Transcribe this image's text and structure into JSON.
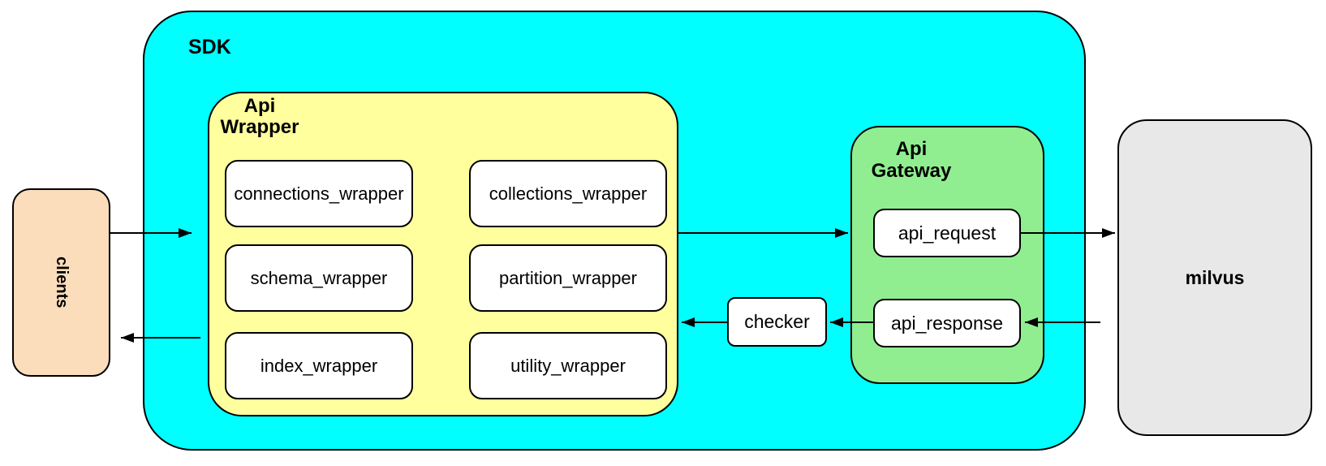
{
  "diagram": {
    "nodes": {
      "clients": {
        "label": "clients",
        "fill": "#FBDCBB"
      },
      "sdk": {
        "label": "SDK",
        "fill": "#00FFFF"
      },
      "api_wrapper": {
        "label_lines": [
          "Api",
          "Wrapper"
        ],
        "fill": "#FFFF9E"
      },
      "wrapper_modules": [
        "connections_wrapper",
        "collections_wrapper",
        "schema_wrapper",
        "partition_wrapper",
        "index_wrapper",
        "utility_wrapper"
      ],
      "checker": {
        "label": "checker",
        "fill": "#FFFFFF"
      },
      "api_gateway": {
        "label_lines": [
          "Api",
          "Gateway"
        ],
        "fill": "#90EE90"
      },
      "api_request": {
        "label": "api_request",
        "fill": "#FFFFFF"
      },
      "api_response": {
        "label": "api_response",
        "fill": "#FFFFFF"
      },
      "milvus": {
        "label": "milvus",
        "fill": "#E8E8E8"
      }
    },
    "edges": [
      {
        "name": "clients-to-sdk",
        "from": "clients",
        "to": "SDK",
        "direction": "right"
      },
      {
        "name": "sdk-to-clients",
        "from": "SDK",
        "to": "clients",
        "direction": "left"
      },
      {
        "name": "api-wrapper-to-api-gateway",
        "from": "Api Wrapper",
        "to": "Api Gateway",
        "direction": "right"
      },
      {
        "name": "api-request-to-milvus",
        "from": "api_request",
        "to": "milvus",
        "direction": "right"
      },
      {
        "name": "milvus-to-api-response",
        "from": "milvus",
        "to": "api_response",
        "direction": "left"
      },
      {
        "name": "api-response-to-checker",
        "from": "api_response",
        "to": "checker",
        "direction": "left"
      },
      {
        "name": "checker-to-api-wrapper",
        "from": "checker",
        "to": "Api Wrapper",
        "direction": "left"
      }
    ],
    "colors": {
      "border": "#000000",
      "arrow": "#000000",
      "background": "#FFFFFF"
    }
  }
}
